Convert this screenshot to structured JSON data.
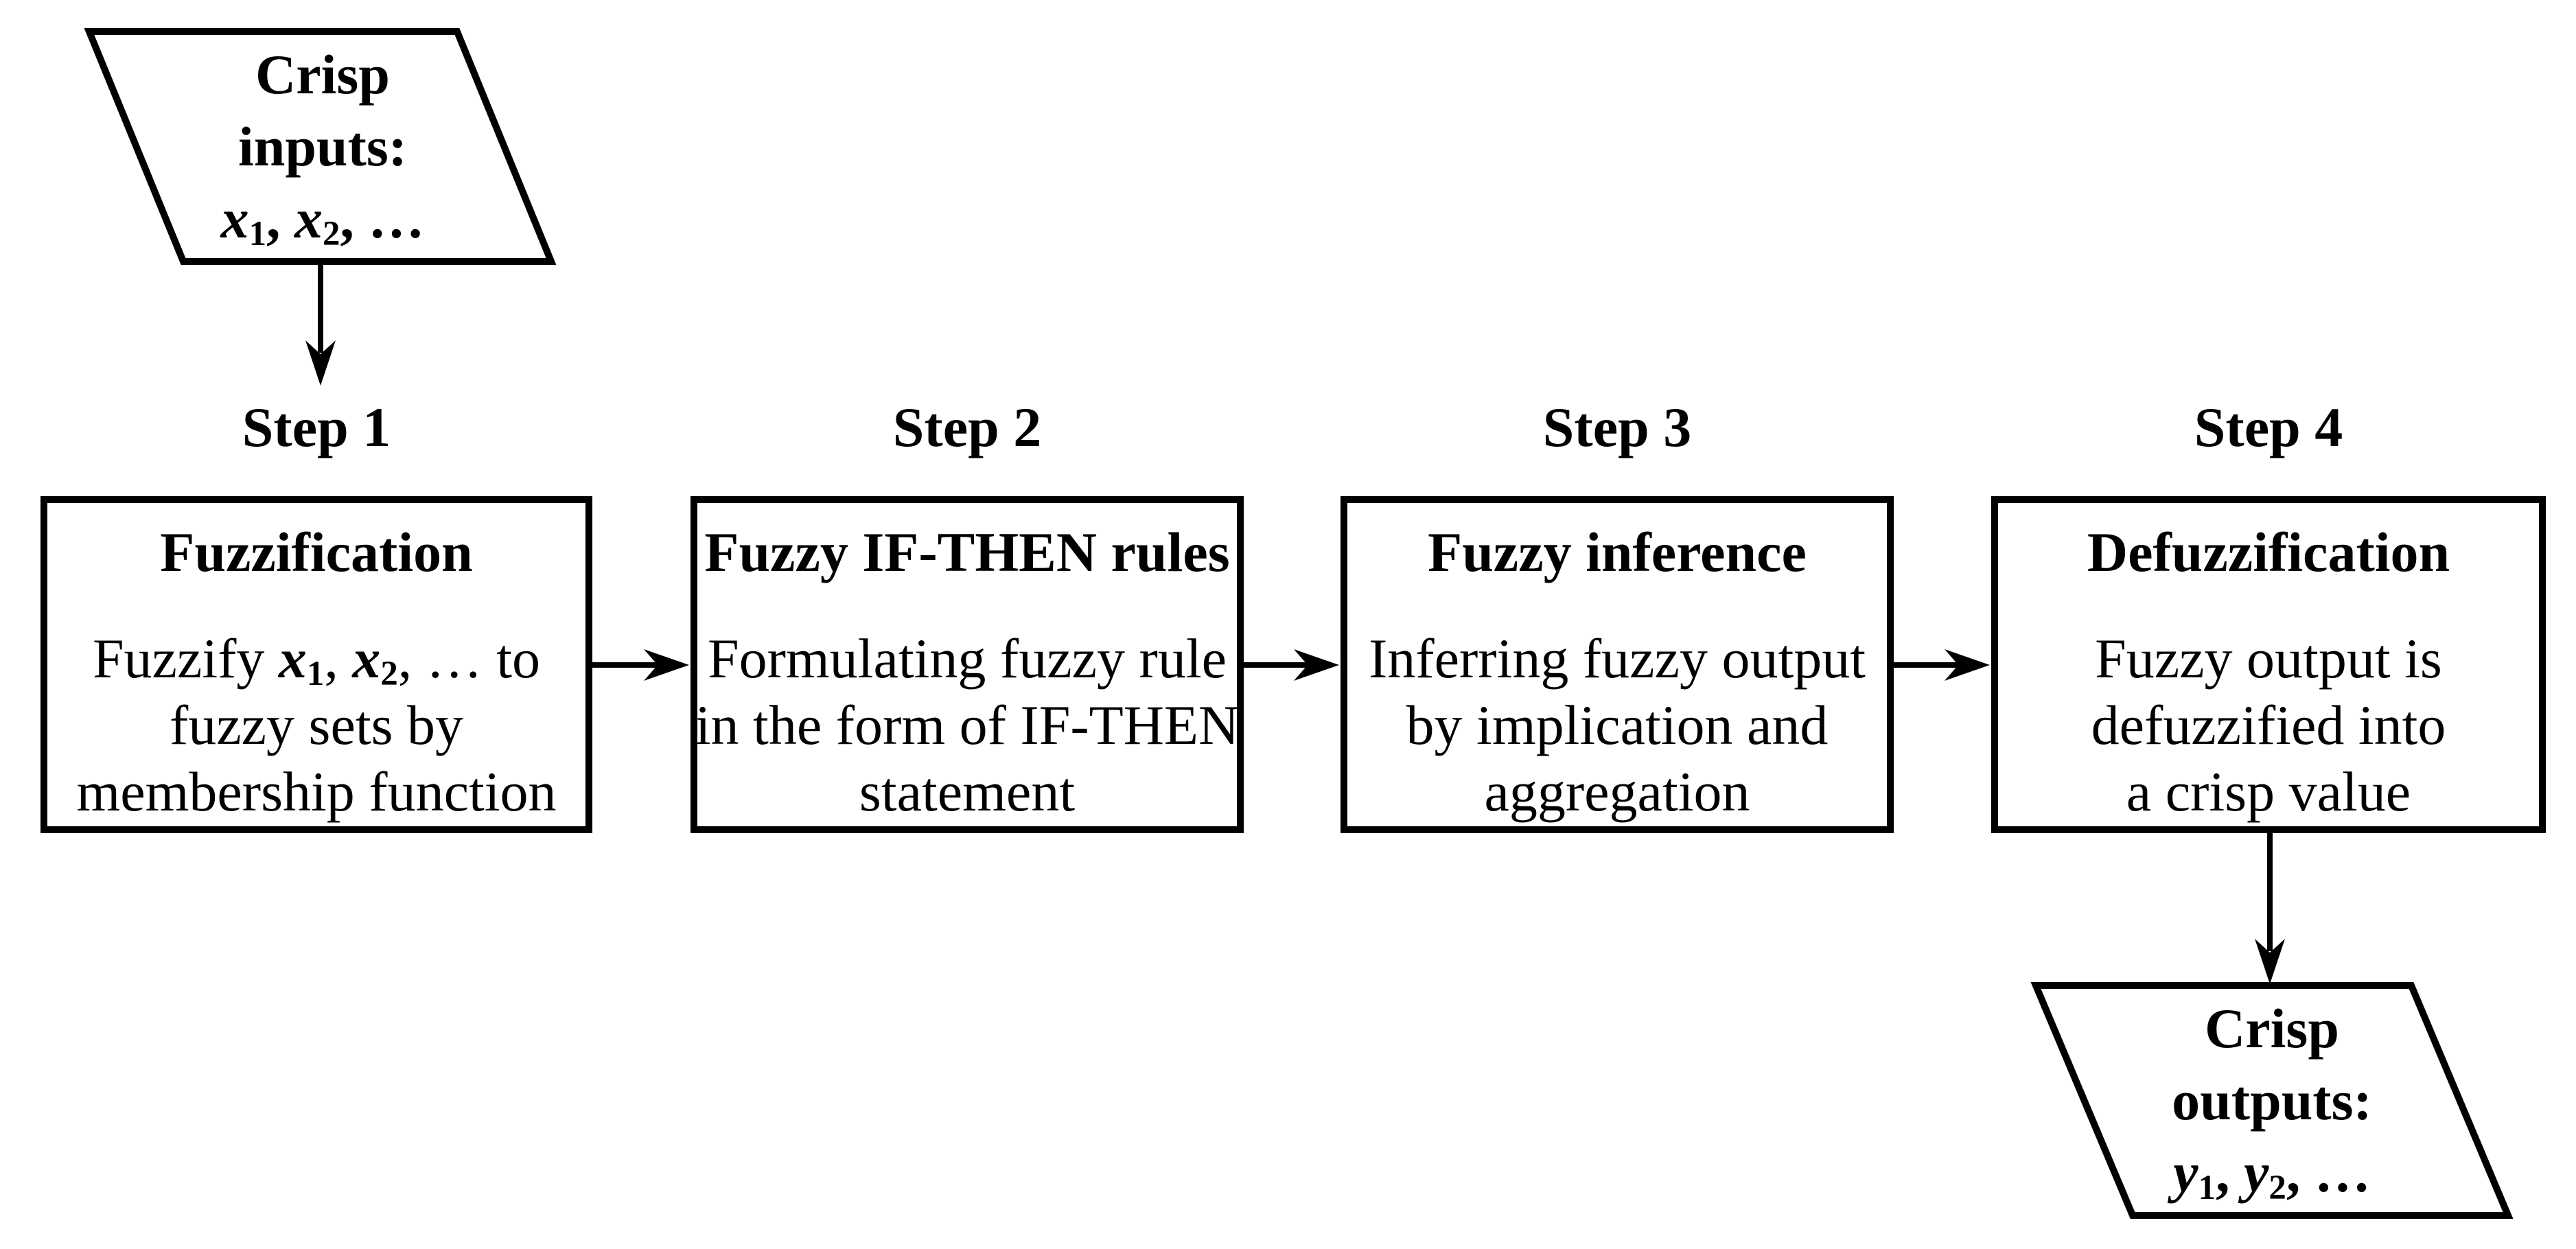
{
  "colors": {
    "ink": "#000000",
    "background": "#ffffff"
  },
  "input_shape": {
    "lines": [
      [
        {
          "t": "Crisp",
          "b": true
        }
      ],
      [
        {
          "t": "inputs:",
          "b": true
        }
      ],
      [
        {
          "t": "x",
          "b": true,
          "i": true
        },
        {
          "t": "1",
          "b": true,
          "sub": true
        },
        {
          "t": ", ",
          "b": true
        },
        {
          "t": "x",
          "b": true,
          "i": true
        },
        {
          "t": "2",
          "b": true,
          "sub": true
        },
        {
          "t": ", …",
          "b": true
        }
      ]
    ]
  },
  "steps": [
    {
      "label": "Step 1",
      "title": "Fuzzification",
      "body": [
        [
          {
            "t": "Fuzzify "
          },
          {
            "t": "x",
            "b": true,
            "i": true
          },
          {
            "t": "1",
            "b": true,
            "sub": true
          },
          {
            "t": ", "
          },
          {
            "t": "x",
            "b": true,
            "i": true
          },
          {
            "t": "2",
            "b": true,
            "sub": true
          },
          {
            "t": ", … to"
          }
        ],
        [
          {
            "t": "fuzzy sets by"
          }
        ],
        [
          {
            "t": "membership function"
          }
        ]
      ]
    },
    {
      "label": "Step 2",
      "title": "Fuzzy IF-THEN rules",
      "body": [
        [
          {
            "t": "Formulating fuzzy rule"
          }
        ],
        [
          {
            "t": "in the form of IF-THEN"
          }
        ],
        [
          {
            "t": "statement"
          }
        ]
      ]
    },
    {
      "label": "Step 3",
      "title": "Fuzzy inference",
      "body": [
        [
          {
            "t": "Inferring fuzzy output"
          }
        ],
        [
          {
            "t": "by implication and"
          }
        ],
        [
          {
            "t": "aggregation"
          }
        ]
      ]
    },
    {
      "label": "Step 4",
      "title": "Defuzzification",
      "body": [
        [
          {
            "t": "Fuzzy output is"
          }
        ],
        [
          {
            "t": "defuzzified into"
          }
        ],
        [
          {
            "t": "a crisp value"
          }
        ]
      ]
    }
  ],
  "output_shape": {
    "lines": [
      [
        {
          "t": "Crisp",
          "b": true
        }
      ],
      [
        {
          "t": "outputs:",
          "b": true
        }
      ],
      [
        {
          "t": "y",
          "b": true,
          "i": true
        },
        {
          "t": "1",
          "b": true,
          "sub": true
        },
        {
          "t": ", ",
          "b": true
        },
        {
          "t": "y",
          "b": true,
          "i": true
        },
        {
          "t": "2",
          "b": true,
          "sub": true
        },
        {
          "t": ", …",
          "b": true
        }
      ]
    ]
  }
}
